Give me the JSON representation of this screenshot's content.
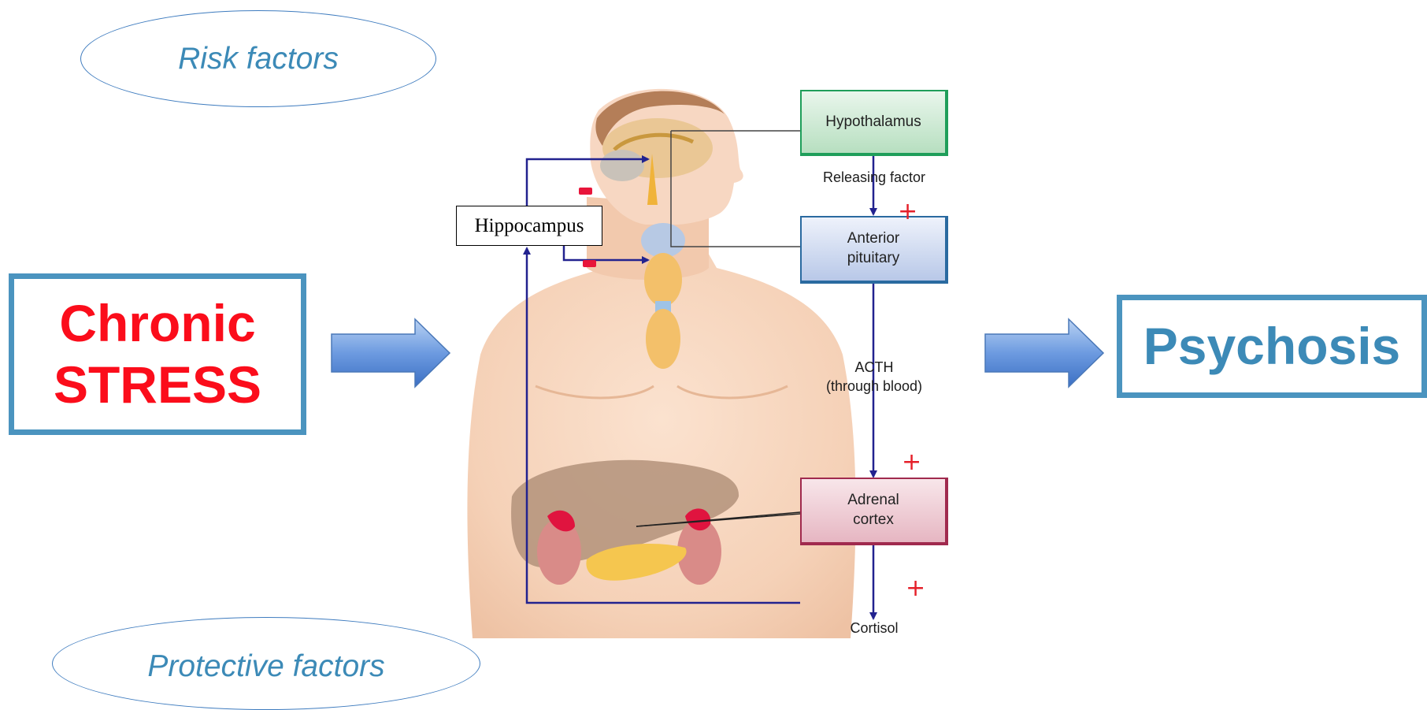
{
  "risk_factors": "Risk factors",
  "protective_factors": "Protective factors",
  "input_box": {
    "line1": "Chronic",
    "line2": "STRESS",
    "text_color": "#fb0d1b",
    "border_color": "#4b94bf"
  },
  "output_box": {
    "label": "Psychosis",
    "text_color": "#3c8ab7",
    "border_color": "#4b94bf"
  },
  "hpa_axis": {
    "hippocampus": "Hippocampus",
    "hypothalamus": "Hypothalamus",
    "releasing_factor": "Releasing factor",
    "anterior_pituitary_line1": "Anterior",
    "anterior_pituitary_line2": "pituitary",
    "acth_line1": "ACTH",
    "acth_line2": "(through blood)",
    "adrenal_cortex_line1": "Adrenal",
    "adrenal_cortex_line2": "cortex",
    "cortisol": "Cortisol",
    "plus_sign": "+",
    "colors": {
      "hypothalamus": "#1f9e5a",
      "pituitary": "#2a6aa0",
      "adrenal": "#a02a4e",
      "arrow": "#22228f",
      "inhibit": "#e8153a"
    }
  }
}
